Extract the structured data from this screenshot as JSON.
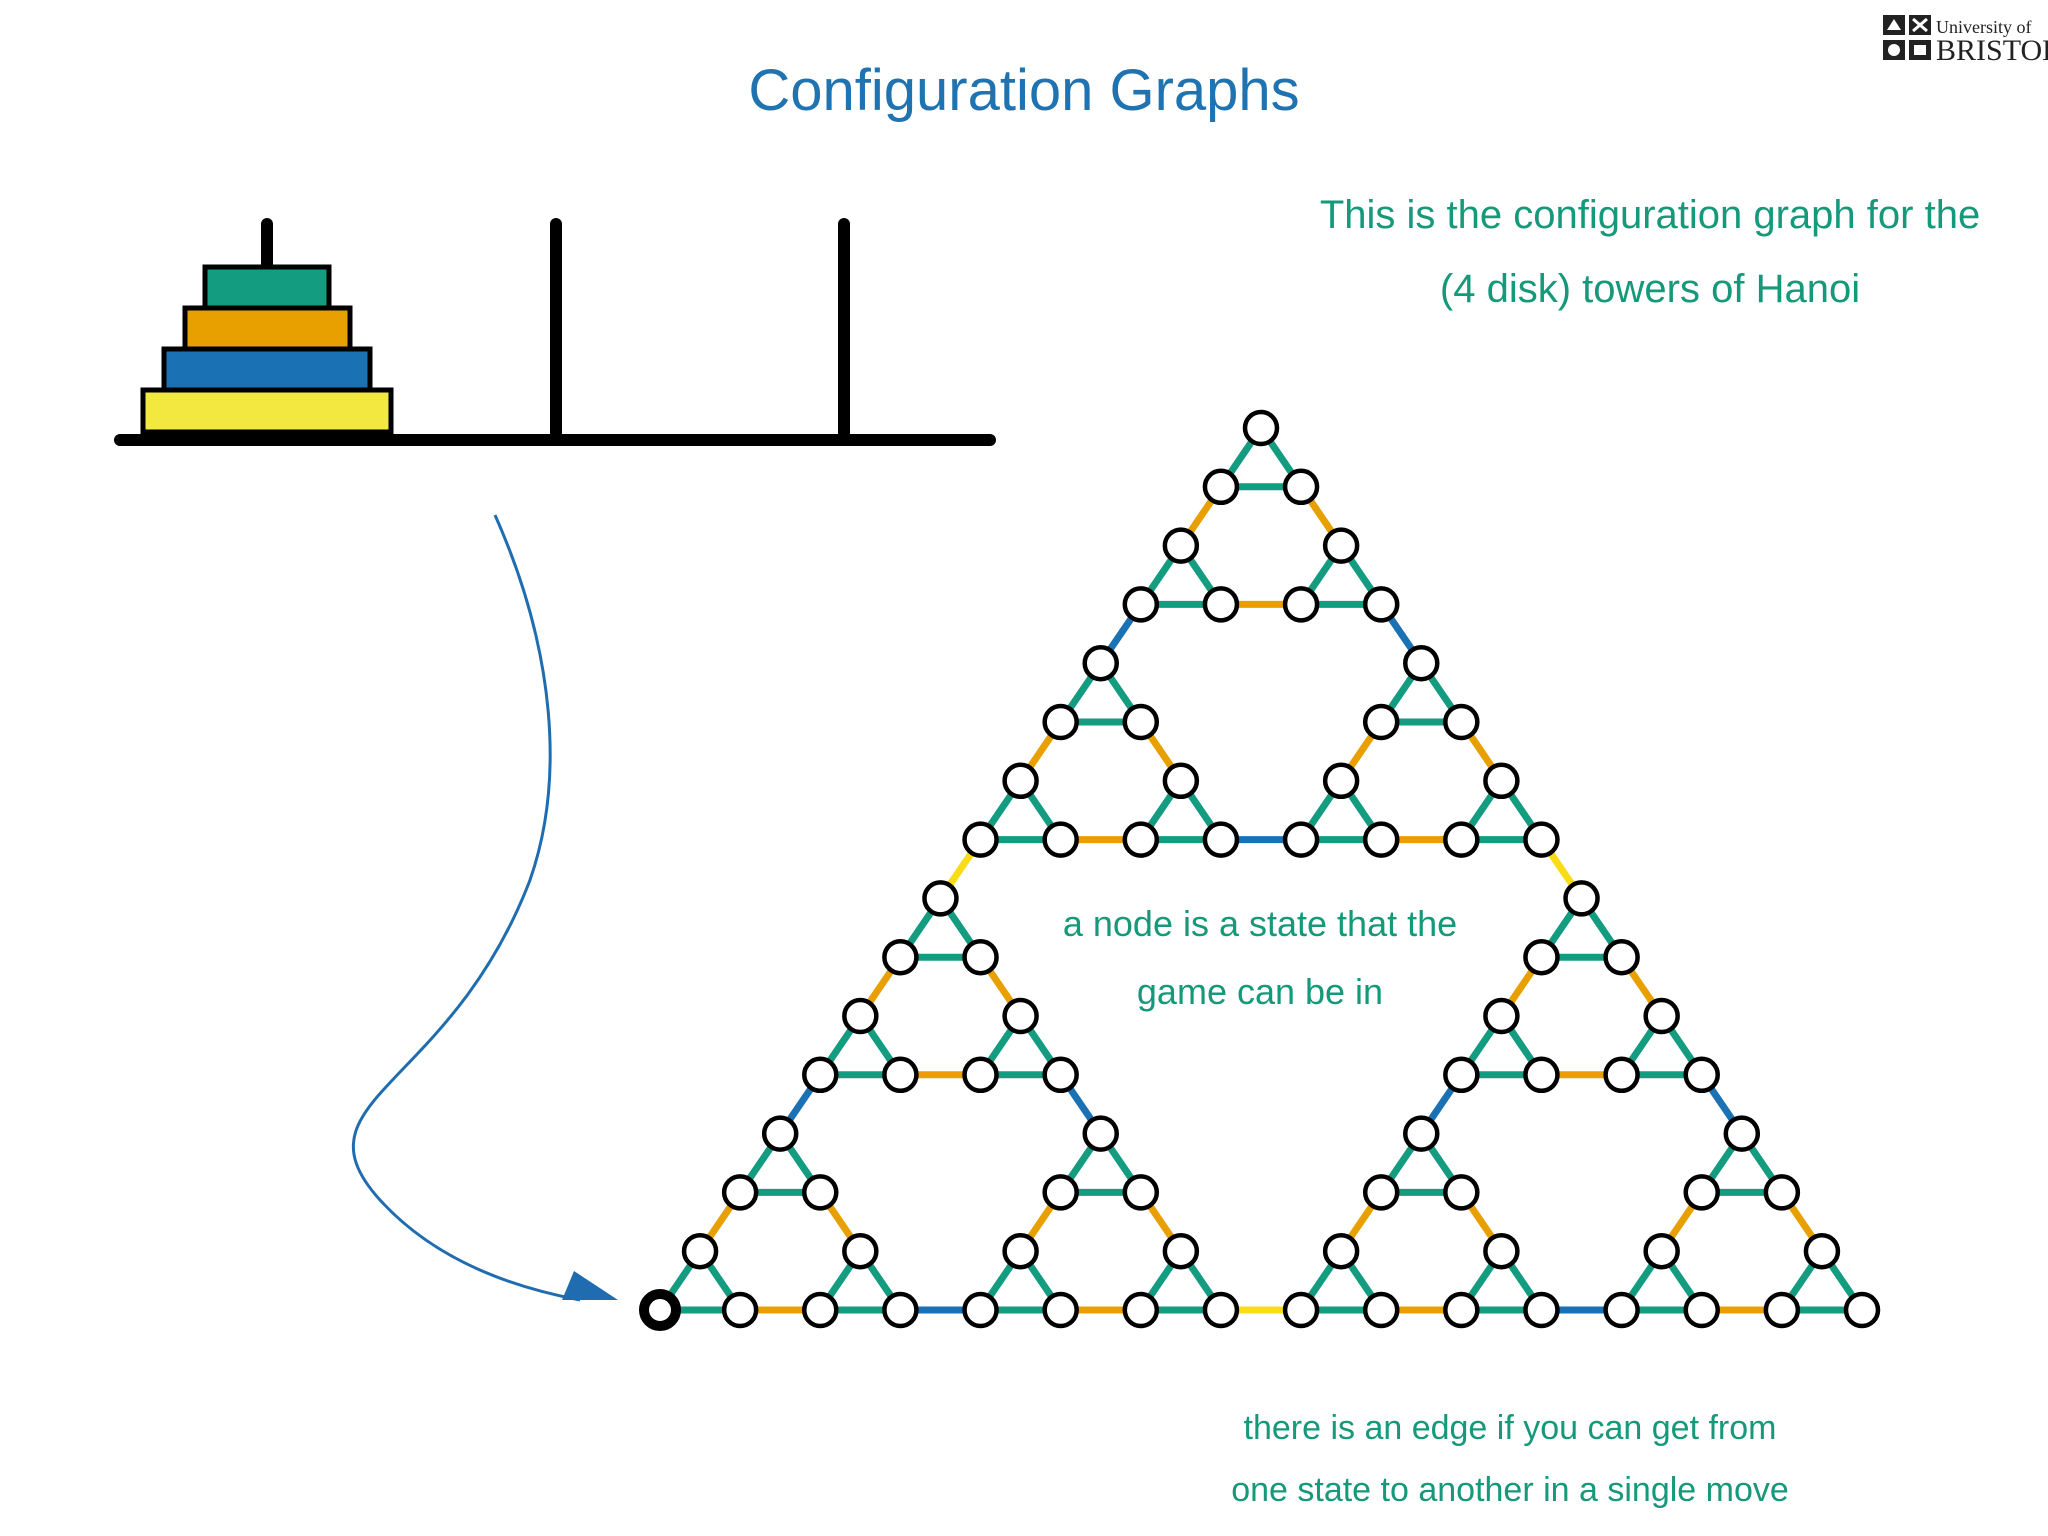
{
  "slide": {
    "title": "Configuration Graphs",
    "logo": {
      "line1": "University of",
      "line2": "BRISTOL",
      "crest_icon": "university-crest-icon"
    }
  },
  "description": {
    "line1": "This is the configuration graph for the",
    "line2": "(4 disk) towers of Hanoi"
  },
  "annotations": {
    "node": {
      "line1": "a node is a state that the",
      "line2": "game can be in"
    },
    "edge": {
      "line1": "there is an edge if you can get from",
      "line2": "one state to another in a single move"
    }
  },
  "hanoi": {
    "disk_count": 4,
    "peg_count": 3,
    "disk_colors_top_to_bottom": [
      "#139c80",
      "#e8a000",
      "#1a72b5",
      "#f2e840"
    ]
  },
  "graph": {
    "levels": 4,
    "edge_colors_by_disk": {
      "disk1": "#139c80",
      "disk2": "#e8a000",
      "disk3": "#1a72b5",
      "disk4": "#f7dc16"
    },
    "start_node_marker": "start-state-node"
  },
  "colors": {
    "title": "#1f73b0",
    "text": "#15997a",
    "arrow": "#1f6db0"
  }
}
